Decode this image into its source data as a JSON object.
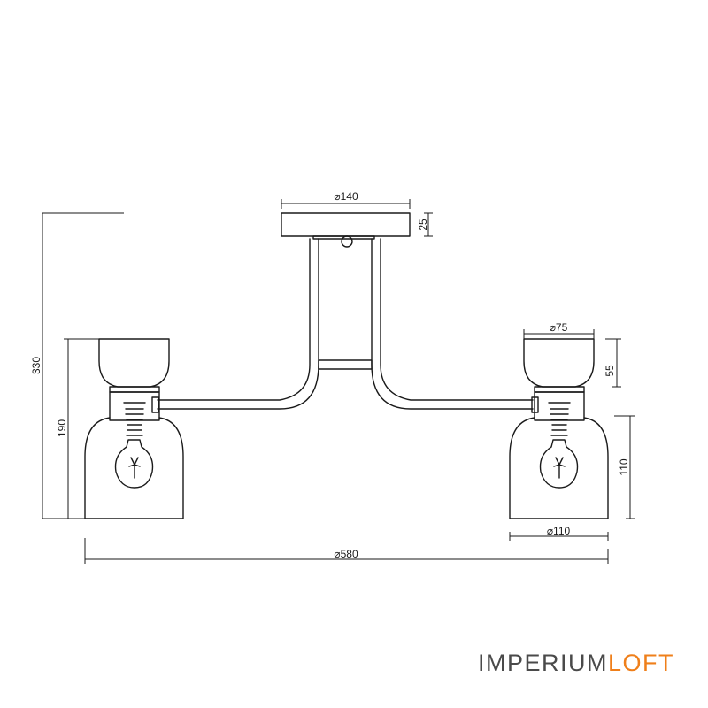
{
  "dimensions": {
    "plate_diameter": "⌀140",
    "plate_height": "25",
    "cup_diameter": "⌀75",
    "cup_height": "55",
    "total_height": "330",
    "shade_total_height": "190",
    "shade_height": "110",
    "shade_diameter": "⌀110",
    "overall_width": "⌀580"
  },
  "brand": {
    "part1": "IMPERIUM",
    "part2": "LOFT",
    "color1": "#4a4a4a",
    "color2": "#ef7f1a"
  },
  "colors": {
    "line": "#1a1a1a",
    "background": "#ffffff"
  }
}
